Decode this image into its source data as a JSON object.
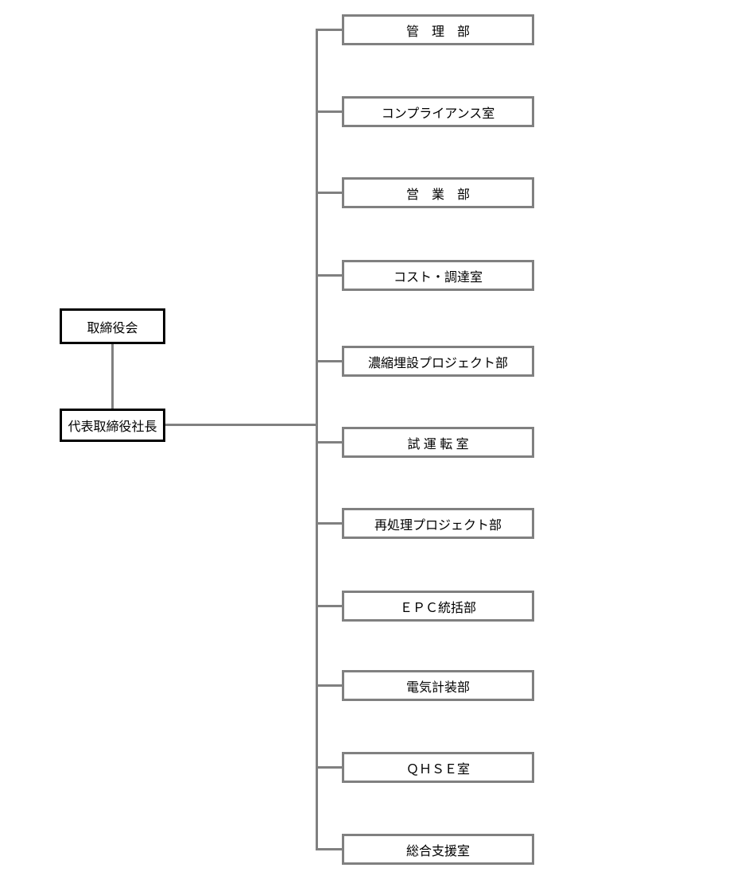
{
  "org_chart": {
    "board": {
      "label": "取締役会"
    },
    "president": {
      "label": "代表取締役社長"
    },
    "departments": [
      {
        "label": "管　理　部"
      },
      {
        "label": "コンプライアンス室"
      },
      {
        "label": "営　業　部"
      },
      {
        "label": "コスト・調達室"
      },
      {
        "label": "濃縮埋設プロジェクト部"
      },
      {
        "label": "試 運 転 室"
      },
      {
        "label": "再処理プロジェクト部"
      },
      {
        "label": "ＥＰＣ統括部"
      },
      {
        "label": "電気計装部"
      },
      {
        "label": "ＱＨＳＥ室"
      },
      {
        "label": "総合支援室"
      }
    ],
    "colors": {
      "background": "#ffffff",
      "executive_box_border": "#000000",
      "department_box_border": "#808080",
      "connector_line": "#808080",
      "text": "#000000"
    }
  }
}
